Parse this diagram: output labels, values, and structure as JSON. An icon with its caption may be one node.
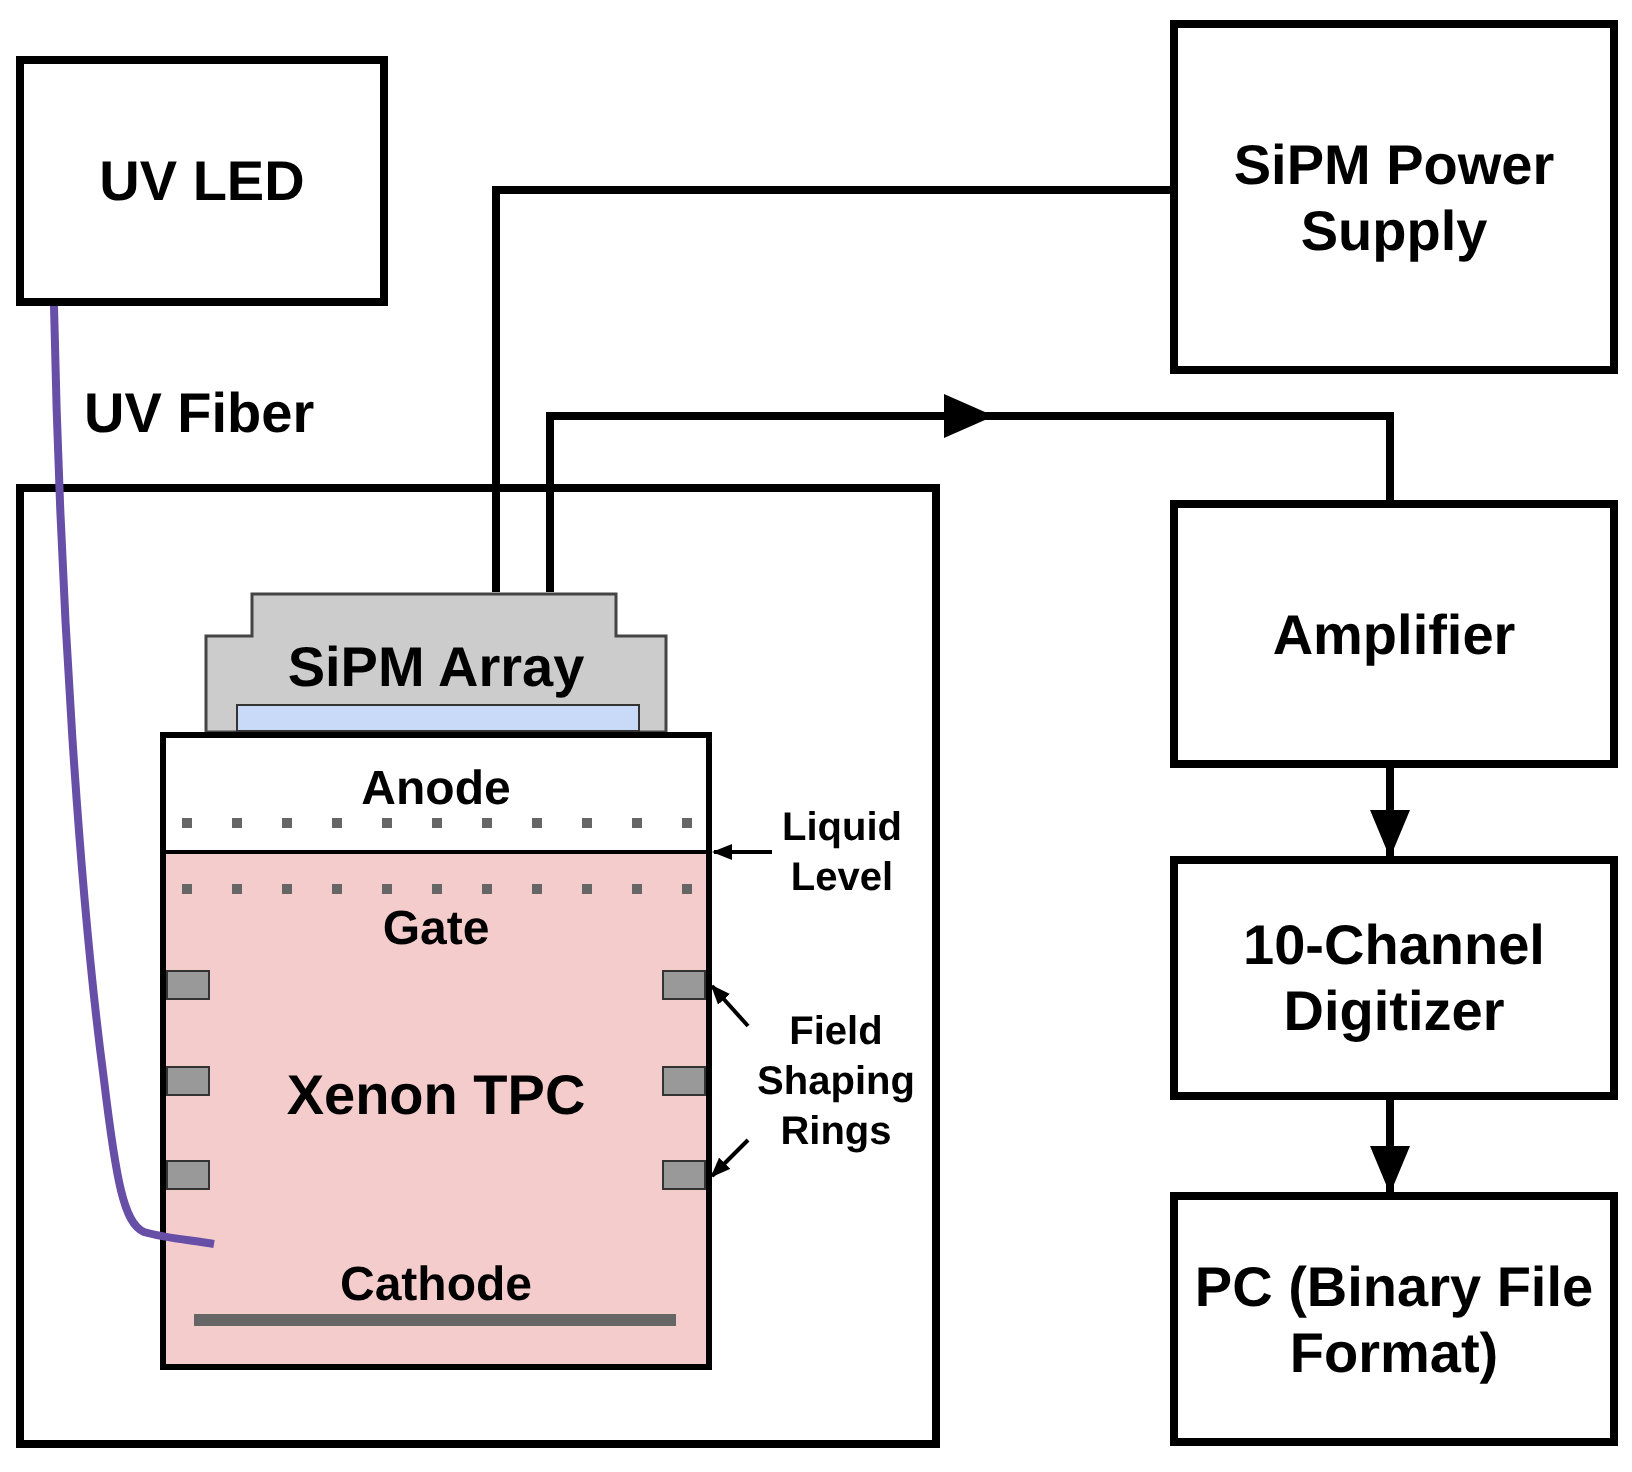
{
  "diagram": {
    "nodes": [
      {
        "text": [
          "UV LED"
        ]
      },
      {
        "text": [
          "SiPM Power Supply"
        ]
      },
      {
        "text": [
          "Amplifier"
        ]
      },
      {
        "text": [
          "10-Channel Digitizer"
        ]
      },
      {
        "text": [
          "PC (Binary File Format)"
        ]
      },
      {
        "text": [],
        "shape": "box"
      },
      {
        "text": [
          "SiPM Array"
        ],
        "in": 5
      },
      {
        "text": [
          "Xenon TPC"
        ],
        "in": 5
      },
      {
        "text": [],
        "shape": "box",
        "in": 7
      },
      {
        "text": [],
        "shape": "box",
        "in": 7
      },
      {
        "text": [],
        "shape": "box",
        "in": 7
      },
      {
        "text": [],
        "shape": "box",
        "in": 7
      },
      {
        "text": [],
        "shape": "box",
        "in": 7
      },
      {
        "text": [],
        "shape": "box",
        "in": 7
      },
      {
        "text": [
          "Liquid Level"
        ],
        "in": 5
      },
      {
        "text": [
          "Field Shaping Rings"
        ],
        "in": 5
      }
    ],
    "edges": [
      {
        "from": 0,
        "to": 7,
        "arrow": "none",
        "label": "UV Fiber",
        "color": "#674ea7"
      },
      {
        "from": 6,
        "to": 1,
        "arrow": "none"
      },
      {
        "from": 6,
        "to": 2,
        "arrow": "to"
      },
      {
        "from": 2,
        "to": 3,
        "arrow": "to"
      },
      {
        "from": 3,
        "to": 4,
        "arrow": "to"
      },
      {
        "from": 14,
        "to": 7,
        "arrow": "to"
      },
      {
        "from": 15,
        "to": 9,
        "arrow": "to"
      },
      {
        "from": 15,
        "to": 13,
        "arrow": "to"
      }
    ],
    "labels": [
      "Anode",
      "Gate",
      "Cathode"
    ]
  }
}
